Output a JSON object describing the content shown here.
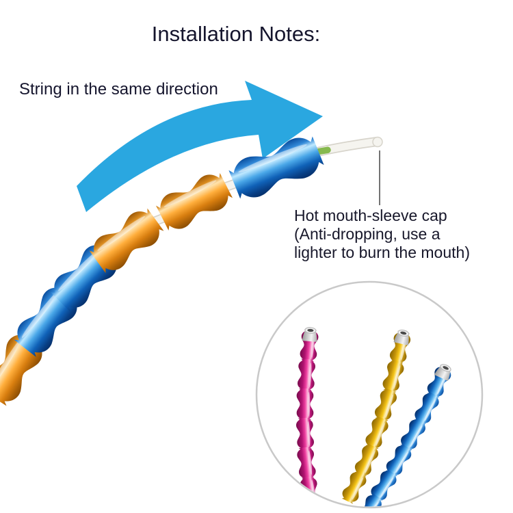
{
  "title": "Installation Notes:",
  "direction_note": "String in the same direction",
  "annotation": {
    "line1": "Hot mouth-sleeve cap",
    "line2": "(Anti-dropping, use a",
    "line3": "lighter to burn the mouth)"
  },
  "colors": {
    "background": "#ffffff",
    "arrow": "#2aa7e0",
    "text_ink": "#15152d",
    "bead_blue": "#1f6fc4",
    "bead_orange": "#f5931e",
    "cord_white": "#f5f4ef",
    "cord_green": "#86b94e",
    "inset_border": "#c9c9c9",
    "rod_pink": "#e0268f",
    "rod_gold": "#f2c419",
    "rod_blue": "#1d74c9",
    "tip_cap": "#ededed"
  }
}
